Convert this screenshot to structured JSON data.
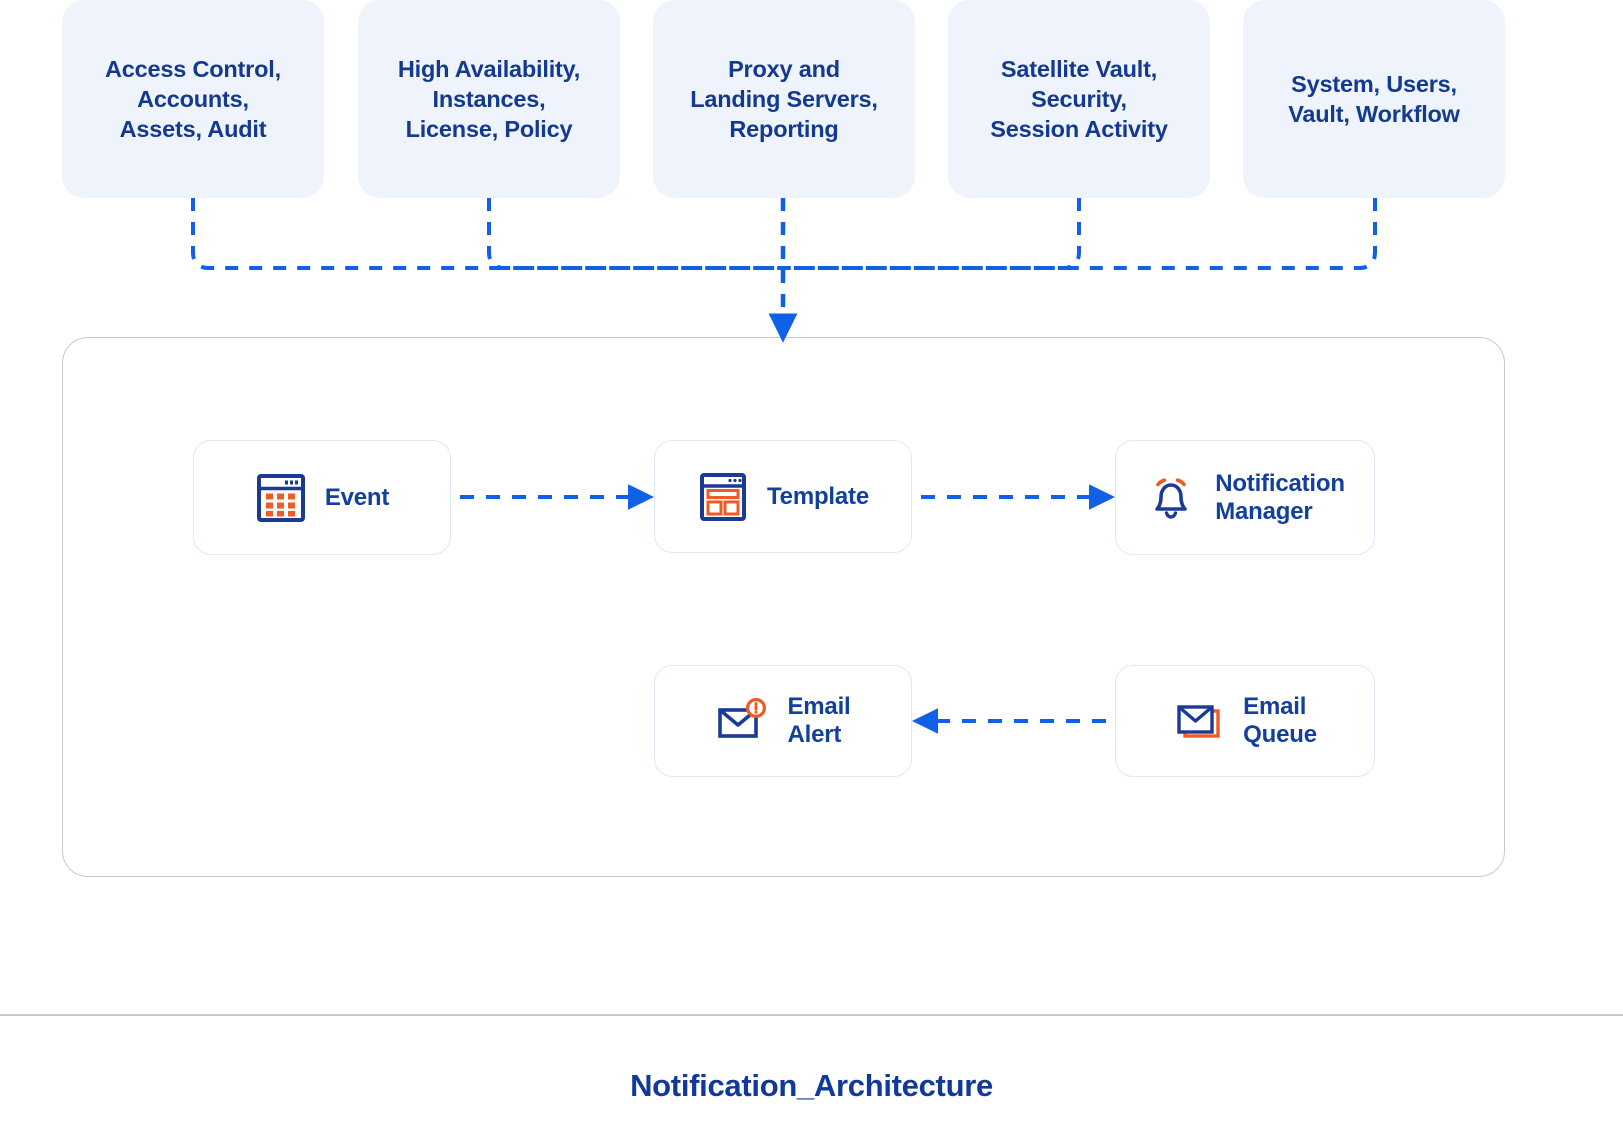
{
  "diagram": {
    "title": "Notification_Architecture",
    "colors": {
      "card_background": "#eef3fc",
      "card_text": "#133a8e",
      "node_border": "#dfe8f7",
      "node_text": "#12409c",
      "panel_border": "#c9c9c9",
      "connector_blue": "#1060e8",
      "icon_blue": "#1a3a96",
      "icon_orange": "#f15a22",
      "title_blue": "#11399a"
    },
    "sources": [
      {
        "id": "access-control",
        "label": "Access Control,\nAccounts,\nAssets, Audit"
      },
      {
        "id": "high-availability",
        "label": "High Availability,\nInstances,\nLicense, Policy"
      },
      {
        "id": "proxy-landing",
        "label": "Proxy and\nLanding Servers,\nReporting"
      },
      {
        "id": "satellite-vault",
        "label": "Satellite Vault,\nSecurity,\nSession Activity"
      },
      {
        "id": "system-users",
        "label": "System, Users,\nVault, Workflow"
      }
    ],
    "nodes": [
      {
        "id": "event",
        "label": "Event",
        "icon": "calendar-grid-icon"
      },
      {
        "id": "template",
        "label": "Template",
        "icon": "browser-template-icon"
      },
      {
        "id": "notification-manager",
        "label": "Notification\nManager",
        "icon": "bell-icon"
      },
      {
        "id": "email-alert",
        "label": "Email\nAlert",
        "icon": "envelope-alert-icon"
      },
      {
        "id": "email-queue",
        "label": "Email\nQueue",
        "icon": "envelope-stack-icon"
      }
    ],
    "flows": [
      {
        "from": "sources",
        "to": "notification-system",
        "style": "dashed",
        "direction": "down"
      },
      {
        "from": "event",
        "to": "template",
        "style": "dashed",
        "direction": "right"
      },
      {
        "from": "template",
        "to": "notification-manager",
        "style": "dashed",
        "direction": "right"
      },
      {
        "from": "email-queue",
        "to": "email-alert",
        "style": "dashed",
        "direction": "left"
      }
    ]
  }
}
